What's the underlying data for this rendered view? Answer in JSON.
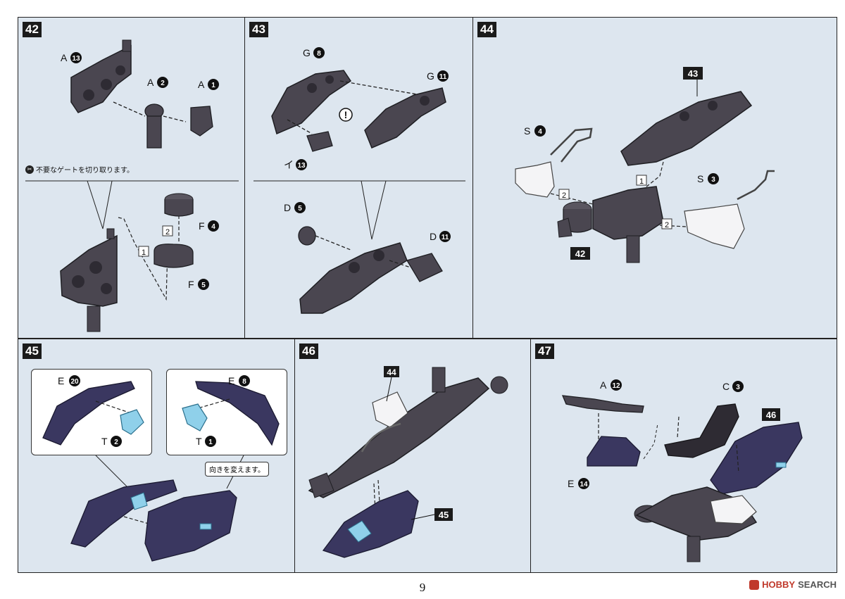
{
  "page": {
    "number": "9"
  },
  "watermark": {
    "brand": "HOBBY",
    "suffix": "SEARCH"
  },
  "colors": {
    "panel_bg": "#dde6ef",
    "part_dark": "#4a4650",
    "part_navy": "#3a3760",
    "part_clear_blue": "#8fd0ea",
    "part_white": "#f4f4f6"
  },
  "steps": [
    {
      "number": "42",
      "labels": [
        {
          "letter": "A",
          "num": "13"
        },
        {
          "letter": "A",
          "num": "2"
        },
        {
          "letter": "A",
          "num": "1"
        },
        {
          "letter": "F",
          "num": "4"
        },
        {
          "letter": "F",
          "num": "5"
        }
      ],
      "note": "不要なゲートを切り取ります。",
      "order": [
        "1",
        "2"
      ]
    },
    {
      "number": "43",
      "labels": [
        {
          "letter": "G",
          "num": "8"
        },
        {
          "letter": "G",
          "num": "11"
        },
        {
          "letter": "イ",
          "num": "13"
        },
        {
          "letter": "D",
          "num": "5"
        },
        {
          "letter": "D",
          "num": "11"
        }
      ],
      "warning": "!"
    },
    {
      "number": "44",
      "labels": [
        {
          "letter": "S",
          "num": "4"
        },
        {
          "letter": "S",
          "num": "3"
        }
      ],
      "callouts": [
        "43",
        "42"
      ],
      "order": [
        "1",
        "2",
        "2"
      ]
    },
    {
      "number": "45",
      "labels": [
        {
          "letter": "E",
          "num": "20"
        },
        {
          "letter": "E",
          "num": "8"
        },
        {
          "letter": "T",
          "num": "2"
        },
        {
          "letter": "T",
          "num": "1"
        }
      ],
      "tip": "向きを変えます。"
    },
    {
      "number": "46",
      "callouts": [
        "44",
        "45"
      ]
    },
    {
      "number": "47",
      "labels": [
        {
          "letter": "A",
          "num": "12"
        },
        {
          "letter": "C",
          "num": "3"
        },
        {
          "letter": "E",
          "num": "14"
        }
      ],
      "callouts": [
        "46"
      ]
    }
  ]
}
